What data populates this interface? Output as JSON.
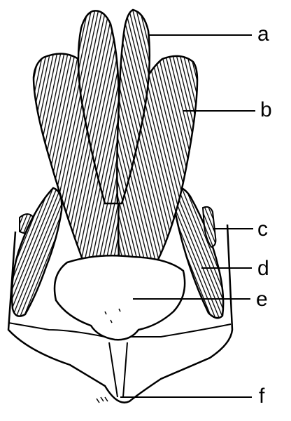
{
  "labels": {
    "a": "a",
    "b": "b",
    "c": "c",
    "d": "d",
    "e": "e",
    "f": "f"
  },
  "colors": {
    "ink": "#000000",
    "paper": "#ffffff"
  }
}
